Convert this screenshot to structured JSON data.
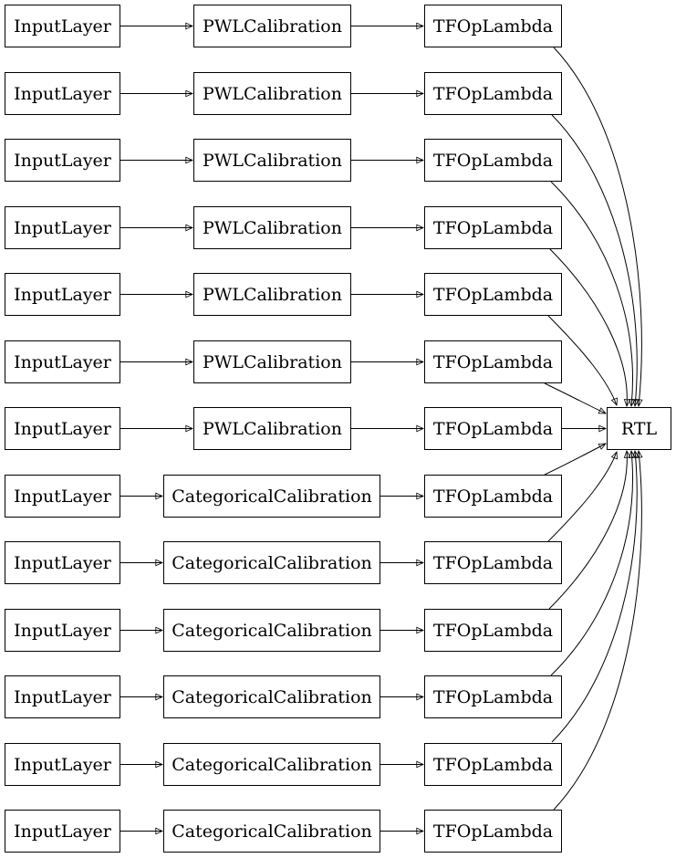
{
  "diagram": {
    "background": "#ffffff",
    "node_border_color": "#000000",
    "edge_color": "#000000",
    "output_node": {
      "label": "RTL"
    },
    "rows": [
      {
        "input": "InputLayer",
        "calibration": "PWLCalibration",
        "lambda": "TFOpLambda"
      },
      {
        "input": "InputLayer",
        "calibration": "PWLCalibration",
        "lambda": "TFOpLambda"
      },
      {
        "input": "InputLayer",
        "calibration": "PWLCalibration",
        "lambda": "TFOpLambda"
      },
      {
        "input": "InputLayer",
        "calibration": "PWLCalibration",
        "lambda": "TFOpLambda"
      },
      {
        "input": "InputLayer",
        "calibration": "PWLCalibration",
        "lambda": "TFOpLambda"
      },
      {
        "input": "InputLayer",
        "calibration": "PWLCalibration",
        "lambda": "TFOpLambda"
      },
      {
        "input": "InputLayer",
        "calibration": "PWLCalibration",
        "lambda": "TFOpLambda"
      },
      {
        "input": "InputLayer",
        "calibration": "CategoricalCalibration",
        "lambda": "TFOpLambda"
      },
      {
        "input": "InputLayer",
        "calibration": "CategoricalCalibration",
        "lambda": "TFOpLambda"
      },
      {
        "input": "InputLayer",
        "calibration": "CategoricalCalibration",
        "lambda": "TFOpLambda"
      },
      {
        "input": "InputLayer",
        "calibration": "CategoricalCalibration",
        "lambda": "TFOpLambda"
      },
      {
        "input": "InputLayer",
        "calibration": "CategoricalCalibration",
        "lambda": "TFOpLambda"
      },
      {
        "input": "InputLayer",
        "calibration": "CategoricalCalibration",
        "lambda": "TFOpLambda"
      }
    ]
  }
}
